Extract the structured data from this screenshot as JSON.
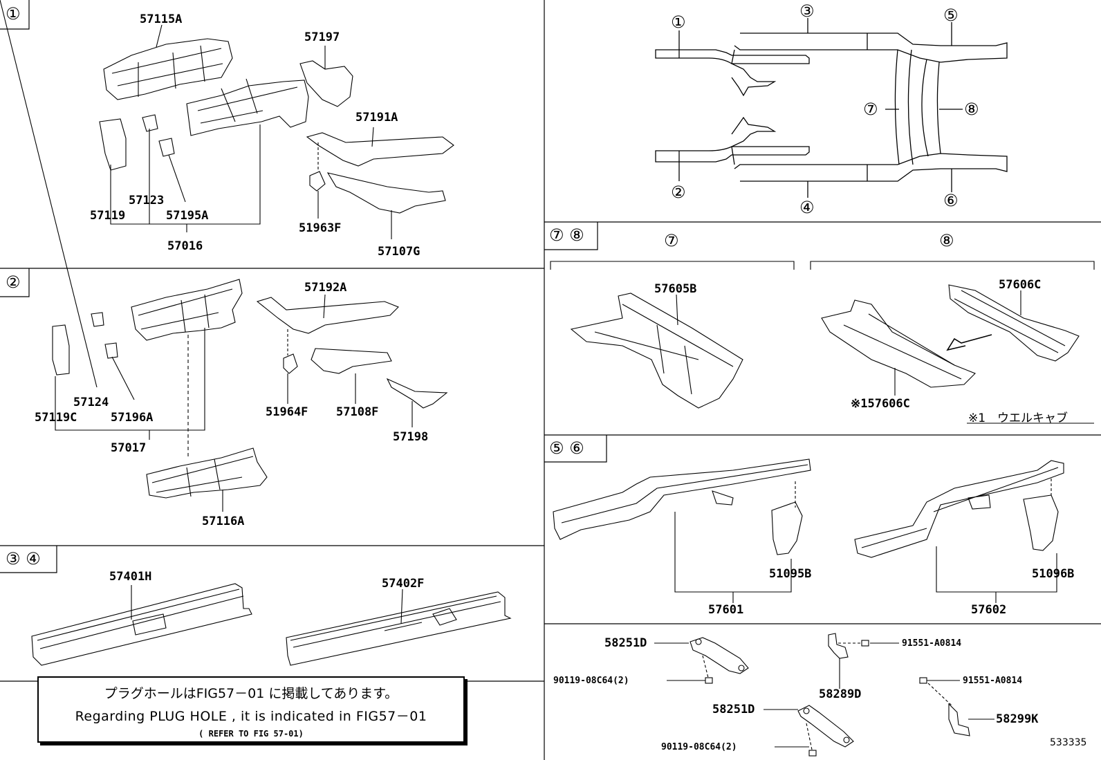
{
  "sections": {
    "s1": "①",
    "s2": "②",
    "s34": "③ ④",
    "s78": "⑦ ⑧",
    "s56": "⑤ ⑥"
  },
  "overview_markers": [
    "①",
    "②",
    "③",
    "④",
    "⑤",
    "⑥",
    "⑦",
    "⑧"
  ],
  "sub_headers": {
    "h7": "⑦",
    "h8": "⑧"
  },
  "parts": {
    "p57115A": "57115A",
    "p57197": "57197",
    "p57191A": "57191A",
    "p57123": "57123",
    "p57119": "57119",
    "p57195A": "57195A",
    "p57016": "57016",
    "p51963F": "51963F",
    "p57107G": "57107G",
    "p57192A": "57192A",
    "p57124": "57124",
    "p57119C": "57119C",
    "p57196A": "57196A",
    "p57017": "57017",
    "p51964F": "51964F",
    "p57108F": "57108F",
    "p57198": "57198",
    "p57116A": "57116A",
    "p57401H": "57401H",
    "p57402F": "57402F",
    "p57605B": "57605B",
    "p57606C": "57606C",
    "p157606C": "※157606C",
    "p51095B": "51095B",
    "p57601": "57601",
    "p51096B": "51096B",
    "p57602": "57602",
    "p58251D_a": "58251D",
    "p91551_a": "91551-A0814",
    "p90119_a": "90119-08C64(2)",
    "p58289D": "58289D",
    "p91551_b": "91551-A0814",
    "p58251D_b": "58251D",
    "p58299K": "58299K",
    "p90119_b": "90119-08C64(2)"
  },
  "footnote": "※1　ウエルキャブ",
  "note": {
    "line1": "プラグホールはFIG57－01 に掲載してあります。",
    "line2": "Regarding PLUG HOLE , it is indicated in FIG57－01",
    "line3": "( REFER TO FIG 57-01)"
  },
  "figure_id": "533335"
}
